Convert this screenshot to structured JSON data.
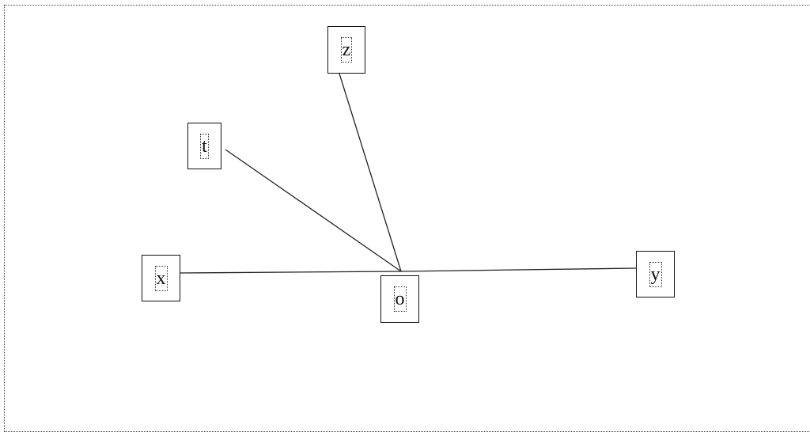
{
  "diagram": {
    "nodes": {
      "z": "z",
      "t": "t",
      "x": "x",
      "o": "o",
      "y": "y"
    },
    "edges": [
      {
        "from": "o",
        "to": "z"
      },
      {
        "from": "o",
        "to": "t"
      },
      {
        "from": "o",
        "to": "x"
      },
      {
        "from": "o",
        "to": "y"
      }
    ]
  }
}
